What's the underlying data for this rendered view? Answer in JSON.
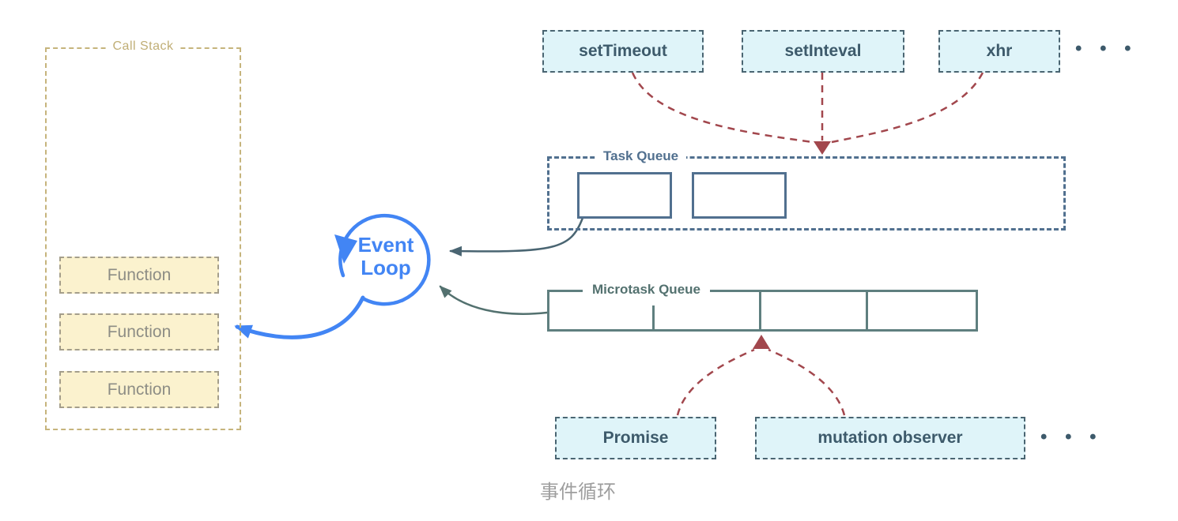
{
  "diagram": {
    "caption": "事件循环",
    "call_stack": {
      "title": "Call Stack",
      "functions": [
        "Function",
        "Function",
        "Function"
      ]
    },
    "event_loop": {
      "line1": "Event",
      "line2": "Loop"
    },
    "task_queue": {
      "title": "Task Queue",
      "slots": 2
    },
    "microtask_queue": {
      "title": "Microtask Queue",
      "cells": 4
    },
    "task_sources": {
      "items": [
        "setTimeout",
        "setInteval",
        "xhr"
      ],
      "ellipsis": "• • •"
    },
    "microtask_sources": {
      "items": [
        "Promise",
        "mutation observer"
      ],
      "ellipsis": "• • •"
    },
    "colors": {
      "accent_blue": "#4285F4",
      "slate_arrow": "#4A6572",
      "task_queue_border": "#51708F",
      "microtask_border": "#5F7F7F",
      "maroon_arrow": "#A2474D",
      "call_stack_border": "#C6B47C",
      "function_fill": "#FBF2CE",
      "function_text": "#8D8D85",
      "api_box_fill": "#DFF4F9",
      "api_box_text": "#3D5A6B",
      "caption_gray": "#9E9E9E"
    }
  }
}
